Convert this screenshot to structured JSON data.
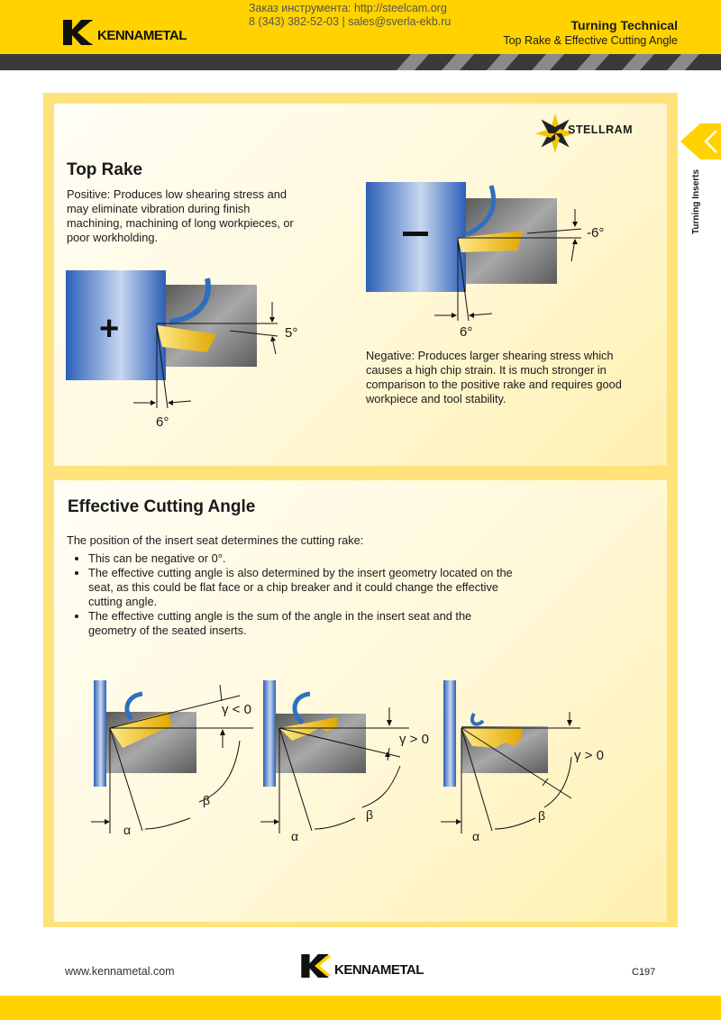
{
  "header": {
    "brand": "KENNAMETAL",
    "contact_line1": "Заказ инструмента: http://steelcam.org",
    "contact_line2": "8 (343) 382-52-03  |  sales@sverla-ekb.ru",
    "title": "Turning Technical",
    "subtitle": "Top Rake & Effective Cutting Angle"
  },
  "side_tab": {
    "label": "Turning Inserts"
  },
  "top_rake": {
    "heading": "Top Rake",
    "stellram": "STELLRAM",
    "positive_text": "Positive: Produces low shearing stress and may eliminate vibration during finish machining, machining of long workpieces, or poor workholding.",
    "negative_text": "Negative: Produces larger shearing stress which causes a high chip strain. It is much stronger in comparison to the positive rake and requires good workpiece and tool stability.",
    "positive_diagram": {
      "sign": "+",
      "rake_angle": "5°",
      "clearance_angle": "6°"
    },
    "negative_diagram": {
      "sign": "–",
      "rake_angle": "-6°",
      "clearance_angle": "6°"
    }
  },
  "effective": {
    "heading": "Effective Cutting Angle",
    "intro": "The position of the insert seat determines the cutting rake:",
    "bullets": [
      "This can be negative or 0°.",
      "The effective cutting angle is also determined by the insert geometry located on the seat, as this could be flat face or a chip breaker and it could change the effective cutting angle.",
      "The effective cutting angle is the sum of the angle in the insert seat and the geometry of the seated inserts."
    ],
    "diagrams": [
      {
        "gamma": "γ < 0",
        "beta": "β",
        "alpha": "α"
      },
      {
        "gamma": "γ > 0",
        "beta": "β",
        "alpha": "α"
      },
      {
        "gamma": "γ > 0",
        "beta": "β",
        "alpha": "α"
      }
    ]
  },
  "footer": {
    "url": "www.kennametal.com",
    "brand": "KENNAMETAL",
    "page": "C197"
  },
  "colors": {
    "yellow": "#ffd200",
    "panel": "#ffe37a",
    "dark": "#3a3a3a",
    "insert": "#f5c400",
    "chip": "#2f6fc0"
  }
}
